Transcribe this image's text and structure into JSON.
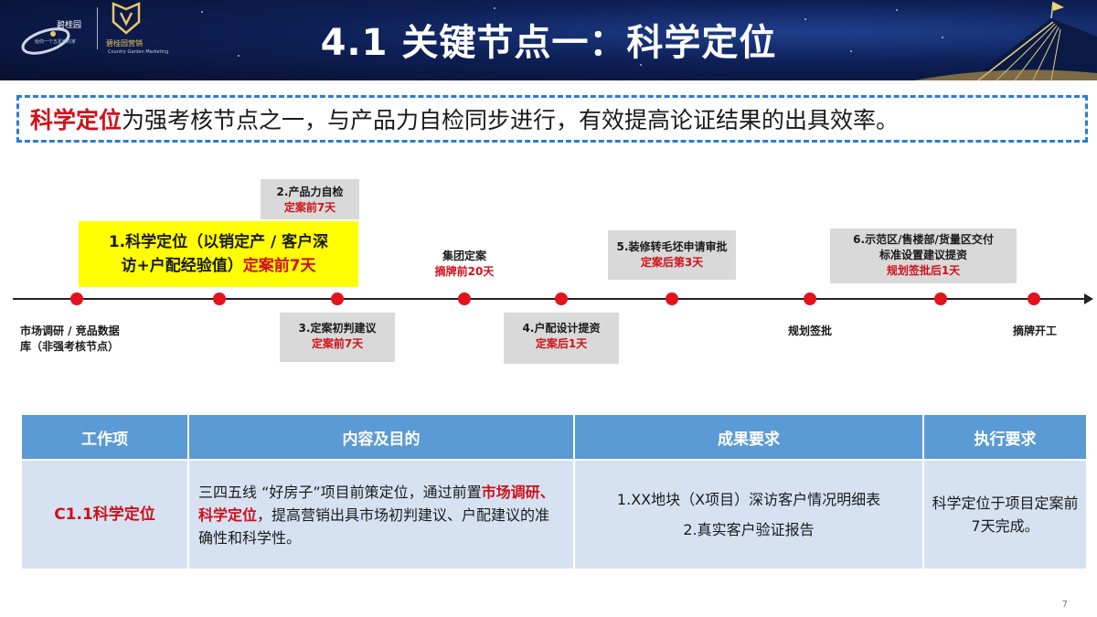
{
  "header": {
    "logo1_text": "碧桂园",
    "logo1_sub": "给你一个五星级的家",
    "logo2_text": "碧桂园营销",
    "logo2_sub": "Country Garden Marketing",
    "title": "4.1 关键节点一：科学定位"
  },
  "summary": {
    "highlight": "科学定位",
    "rest": "为强考核节点之一，与产品力自检同步进行，有效提高论证结果的出具效率。"
  },
  "timeline": {
    "node1": {
      "line1": "1.科学定位（以销定产 / 客户深",
      "line2": "访+户配经验值）",
      "time": "定案前7天"
    },
    "node2": {
      "label": "2.产品力自检",
      "time": "定案前7天"
    },
    "node3": {
      "label": "3.定案初判建议",
      "time": "定案前7天"
    },
    "node_group": {
      "label": "集团定案",
      "time": "摘牌前20天"
    },
    "node4": {
      "label": "4.户配设计提资",
      "time": "定案后1天"
    },
    "node5": {
      "label": "5.装修转毛坯申请审批",
      "time": "定案后第3天"
    },
    "node6": {
      "line1": "6.示范区/售楼部/货量区交付",
      "line2": "标准设置建议提资",
      "time": "规划签批后1天"
    },
    "start": {
      "line1": "市场调研 / 竞品数据",
      "line2": "库（非强考核节点）"
    },
    "approval": {
      "label": "规划签批"
    },
    "end": {
      "label": "摘牌开工"
    }
  },
  "table": {
    "headers": [
      "工作项",
      "内容及目的",
      "成果要求",
      "执行要求"
    ],
    "row": {
      "item": "C1.1科学定位",
      "content_pre": "三四五线 “好房子”项目前策定位，通过前置",
      "content_hl": "市场调研、科学定位",
      "content_post": "，提高营销出具市场初判建议、户配建议的准确性和科学性。",
      "result1": "1.XX地块（X项目）深访客户情况明细表",
      "result2": "2.真实客户验证报告",
      "exec": "科学定位于项目定案前7天完成。"
    }
  },
  "page_number": "7",
  "colors": {
    "accent_red": "#d0101b",
    "header_blue": "#5b9bd5",
    "cell_blue": "#d6e2f1",
    "highlight_yellow": "#ffff00",
    "dash_blue": "#2e7bd1"
  }
}
